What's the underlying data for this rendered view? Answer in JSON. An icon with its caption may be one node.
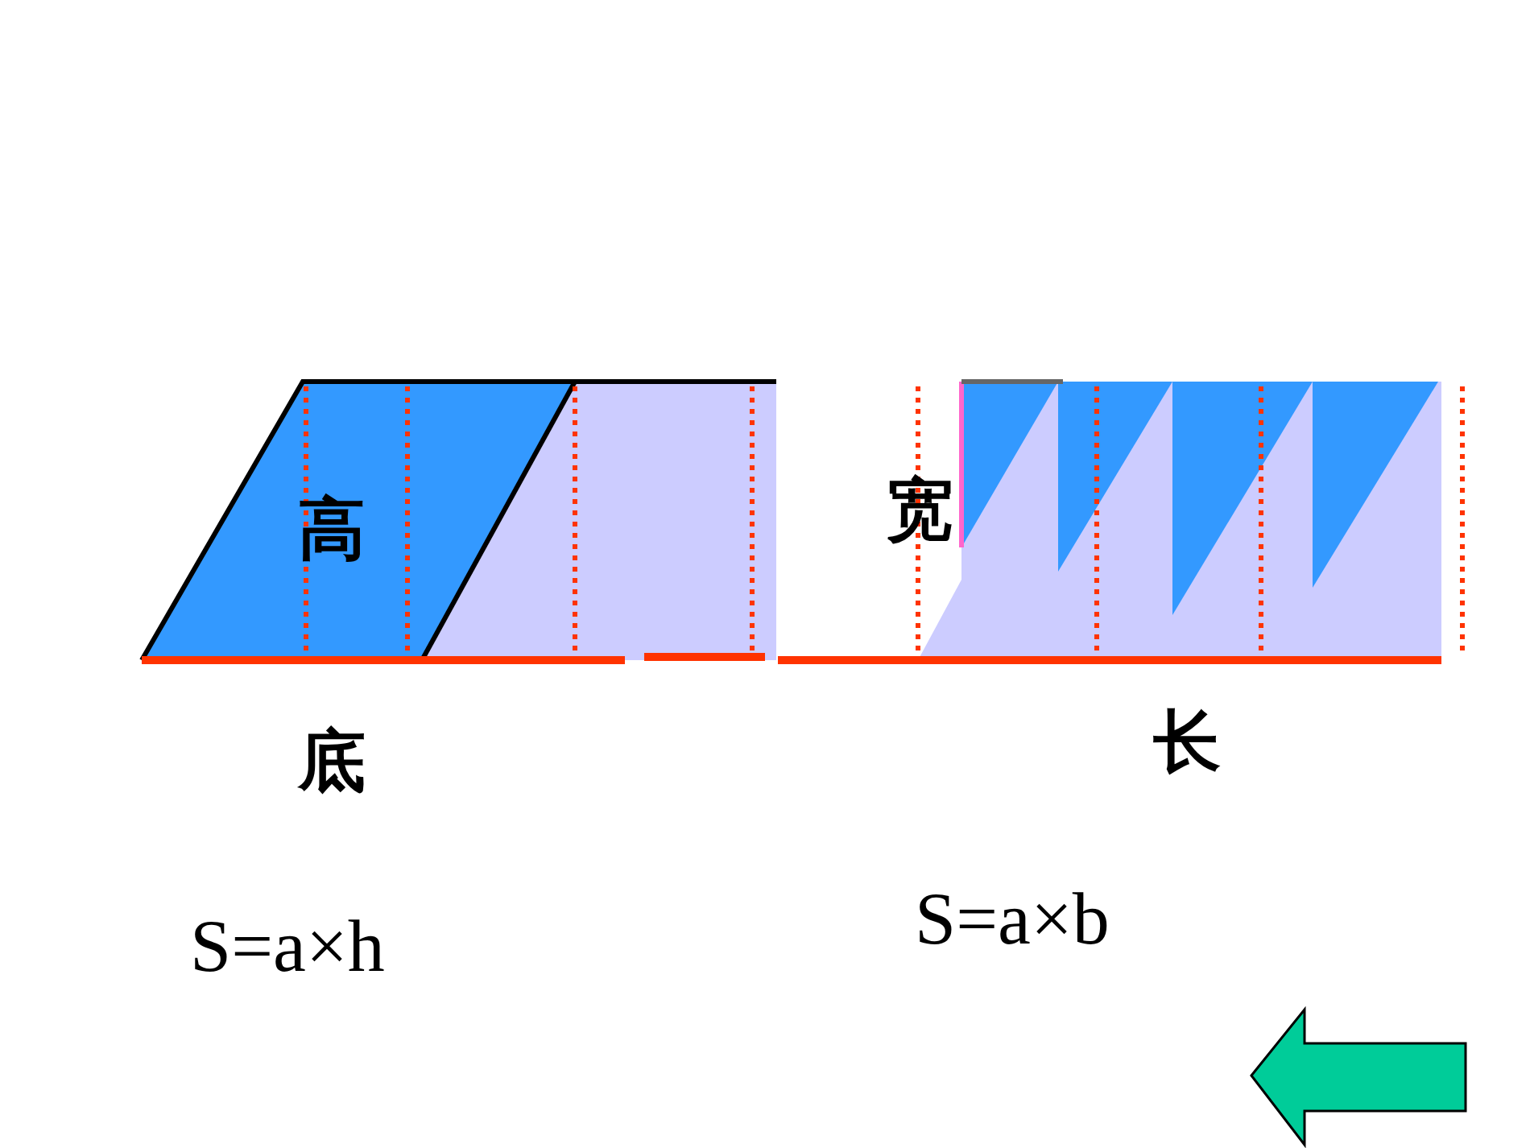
{
  "diagram": {
    "labels": [
      "高",
      "宽",
      "底",
      "长",
      "S=a×h",
      "S=a×b"
    ]
  }
}
